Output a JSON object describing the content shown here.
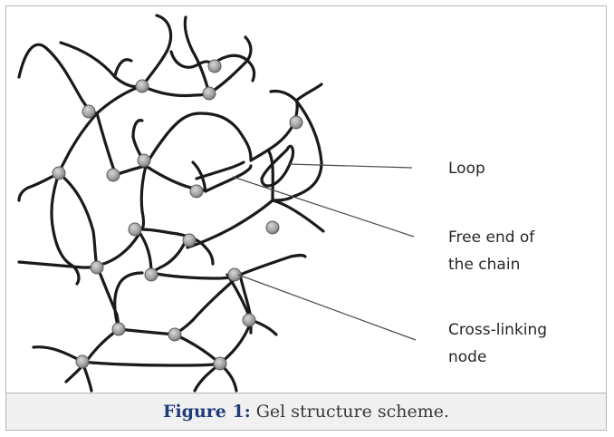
{
  "figure": {
    "labels": {
      "loop": "Loop",
      "free_end_line1": "Free end of",
      "free_end_line2": "the chain",
      "cross_link_line1": "Cross-linking",
      "cross_link_line2": "node"
    }
  },
  "caption": {
    "label": "Figure 1:",
    "text": "Gel structure scheme."
  },
  "colors": {
    "chain": "#1a1a1a",
    "node_fill": "#a6a6a6",
    "caption_label": "#1f3b7a",
    "caption_bg": "#f0f0f0"
  }
}
